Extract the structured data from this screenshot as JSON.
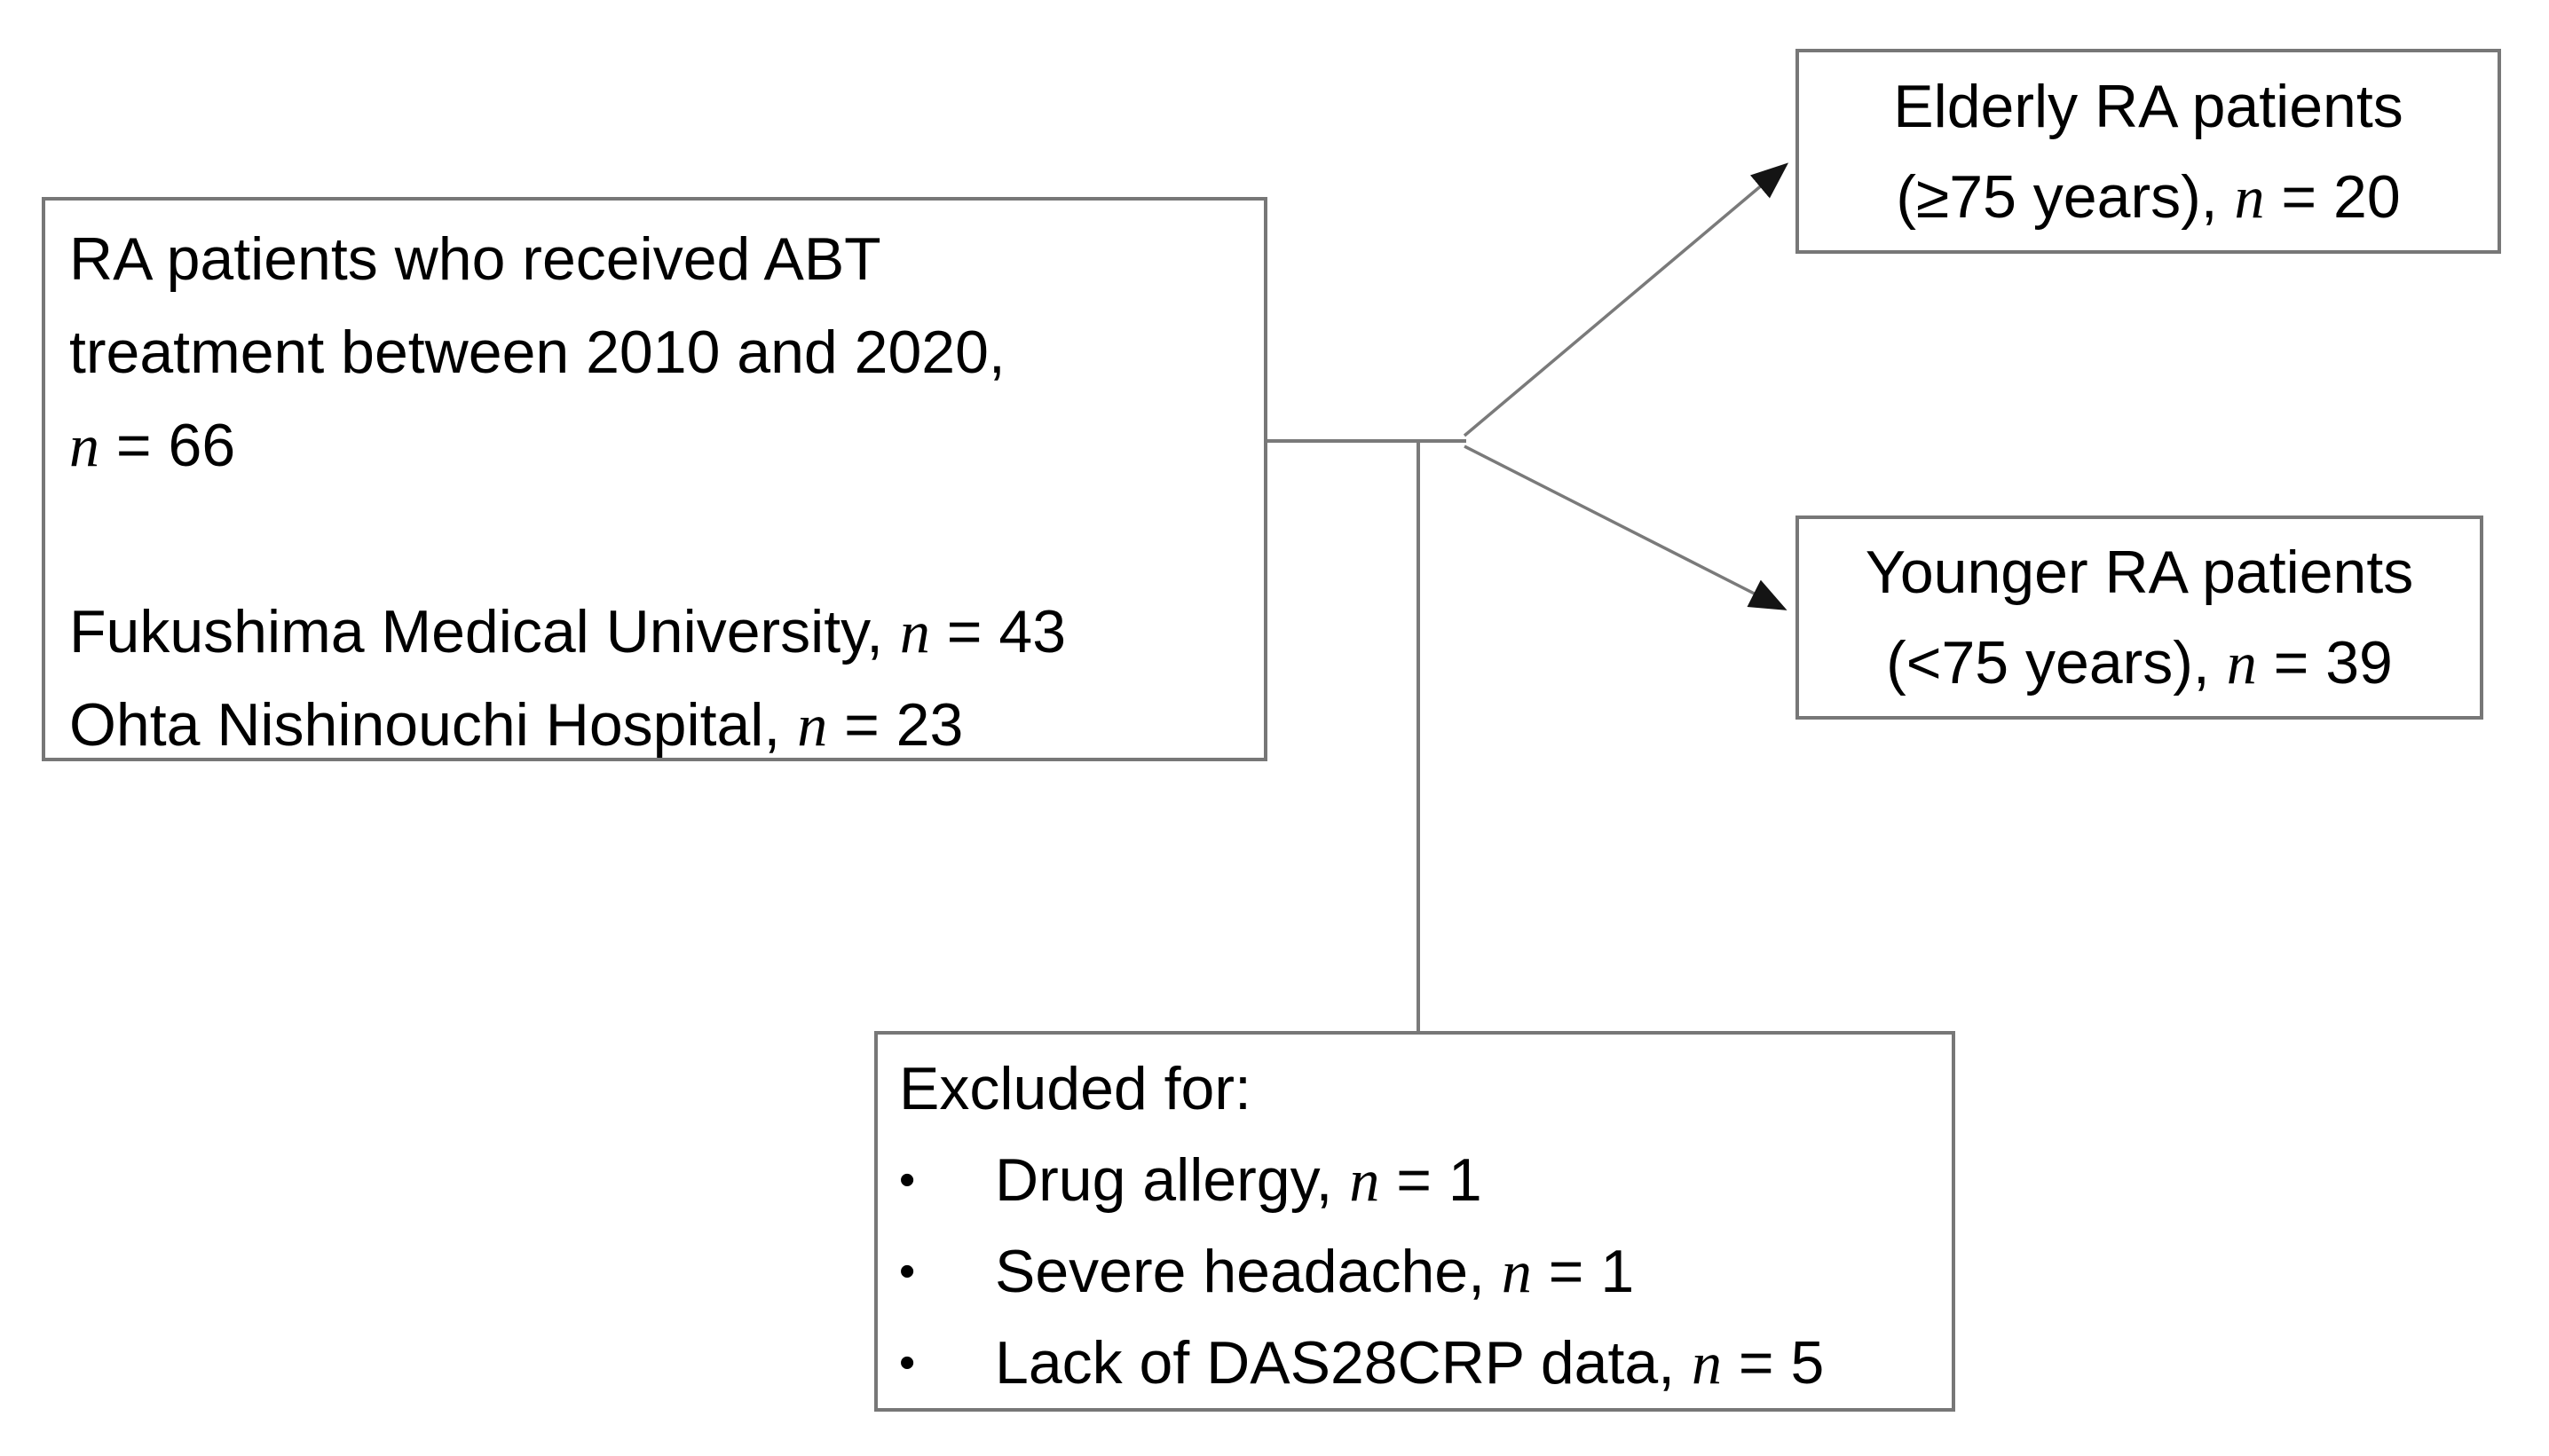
{
  "figure": {
    "type": "patient-flow-diagram",
    "background_color": "#ffffff",
    "box_border_color": "#777777",
    "connector_color": "#7a7a7a",
    "arrowhead_color": "#141414",
    "text_color": "#000000",
    "bullet_char": "•"
  },
  "boxes": {
    "source": {
      "lines": [
        [
          {
            "t": "RA patients who received ABT"
          }
        ],
        [
          {
            "t": "treatment between 2010 and 2020,"
          }
        ],
        [
          {
            "t": "n",
            "i": true
          },
          {
            "t": " = 66"
          }
        ],
        [],
        [
          {
            "t": "Fukushima Medical University, "
          },
          {
            "t": "n",
            "i": true
          },
          {
            "t": " = 43"
          }
        ],
        [
          {
            "t": "Ohta Nishinouchi Hospital, "
          },
          {
            "t": "n",
            "i": true
          },
          {
            "t": " = 23"
          }
        ]
      ]
    },
    "elderly": {
      "lines": [
        [
          {
            "t": "Elderly RA patients"
          }
        ],
        [
          {
            "t": "(≥75 years), "
          },
          {
            "t": "n",
            "i": true
          },
          {
            "t": " = 20"
          }
        ]
      ]
    },
    "younger": {
      "lines": [
        [
          {
            "t": "Younger RA patients"
          }
        ],
        [
          {
            "t": "(<75 years), "
          },
          {
            "t": "n",
            "i": true
          },
          {
            "t": " = 39"
          }
        ]
      ]
    },
    "excluded": {
      "title": [
        {
          "t": "Excluded for:"
        }
      ],
      "items": [
        [
          {
            "t": "Drug allergy, "
          },
          {
            "t": "n",
            "i": true
          },
          {
            "t": " = 1"
          }
        ],
        [
          {
            "t": "Severe headache, "
          },
          {
            "t": "n",
            "i": true
          },
          {
            "t": " = 1"
          }
        ],
        [
          {
            "t": "Lack of DAS28CRP data, "
          },
          {
            "t": "n",
            "i": true
          },
          {
            "t": " = 5"
          }
        ]
      ]
    }
  }
}
